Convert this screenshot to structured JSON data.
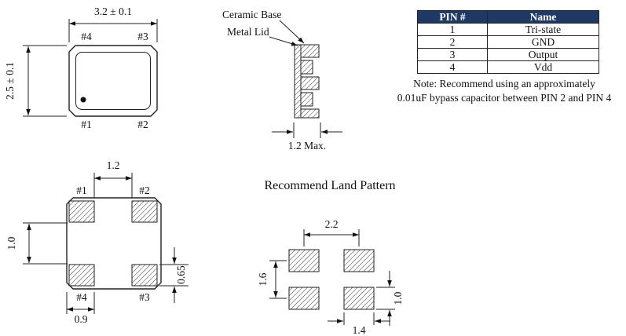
{
  "top_view": {
    "dim_width": "3.2 ± 0.1",
    "dim_height": "2.5 ± 0.1",
    "pad_labels": {
      "top_left": "#4",
      "top_right": "#3",
      "bottom_left": "#1",
      "bottom_right": "#2"
    }
  },
  "side_view": {
    "ceramic_base_label": "Ceramic Base",
    "metal_lid_label": "Metal Lid",
    "dim_thickness": "1.2 Max."
  },
  "pin_table": {
    "headers": {
      "pin": "PIN #",
      "name": "Name"
    },
    "rows": [
      {
        "pin": "1",
        "name": "Tri-state"
      },
      {
        "pin": "2",
        "name": "GND"
      },
      {
        "pin": "3",
        "name": "Output"
      },
      {
        "pin": "4",
        "name": "Vdd"
      }
    ],
    "header_bg_color": "#1f3864",
    "header_text_color": "#ffffff"
  },
  "note": {
    "line1": "Note: Recommend using an approximately",
    "line2": "0.01uF bypass capacitor between PIN 2 and PIN 4"
  },
  "bottom_view": {
    "pad_labels": {
      "top_left": "#1",
      "top_right": "#2",
      "bottom_left": "#4",
      "bottom_right": "#3"
    },
    "dim_top": "1.2",
    "dim_left": "1.0",
    "dim_right": "0.65",
    "dim_bottom": "0.9"
  },
  "land_pattern": {
    "title": "Recommend Land Pattern",
    "dim_top": "2.2",
    "dim_left": "1.6",
    "dim_right": "1.0",
    "dim_bottom": "1.4"
  }
}
